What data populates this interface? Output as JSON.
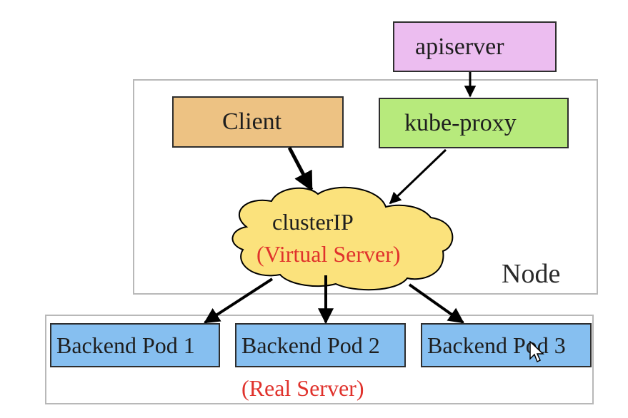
{
  "diagram": {
    "nodes": {
      "apiserver": {
        "label": "apiserver",
        "color": "#ecbdf0"
      },
      "client": {
        "label": "Client",
        "color": "#edc283"
      },
      "kube_proxy": {
        "label": "kube-proxy",
        "color": "#b7ea7c"
      },
      "cluster_ip": {
        "label": "clusterIP",
        "sublabel": "(Virtual Server)",
        "color": "#fbe27c",
        "sublabel_color": "#e0322c"
      }
    },
    "node_frame": {
      "label": "Node"
    },
    "backend_frame": {
      "label": "(Real Server)",
      "label_color": "#e0322c",
      "pods": [
        {
          "label": "Backend Pod 1",
          "color": "#86bff0"
        },
        {
          "label": "Backend Pod 2",
          "color": "#86bff0"
        },
        {
          "label": "Backend Pod 3",
          "color": "#86bff0"
        }
      ]
    },
    "edges": [
      {
        "from": "apiserver",
        "to": "kube-proxy"
      },
      {
        "from": "Client",
        "to": "clusterIP"
      },
      {
        "from": "kube-proxy",
        "to": "clusterIP"
      },
      {
        "from": "clusterIP",
        "to": "Backend Pod 1"
      },
      {
        "from": "clusterIP",
        "to": "Backend Pod 2"
      },
      {
        "from": "clusterIP",
        "to": "Backend Pod 3"
      }
    ]
  }
}
